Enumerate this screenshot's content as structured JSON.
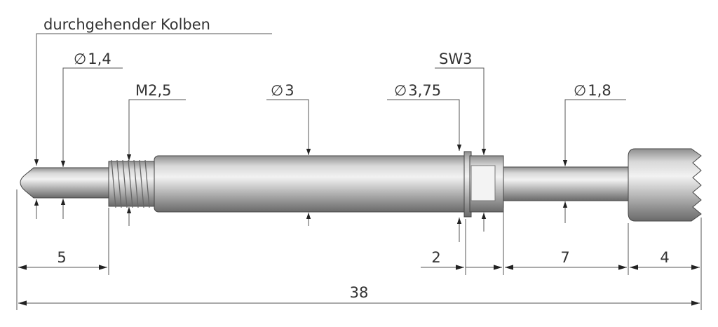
{
  "labels": {
    "piston": "durchgehender Kolben",
    "d_tip": "1,4",
    "thread": "M2,5",
    "d_body": "3",
    "d_collar": "3,75",
    "wrench": "SW3",
    "d_plunger": "1,8"
  },
  "diameter_symbol": "∅",
  "dimensions": {
    "tip_length": "5",
    "collar_length": "2",
    "plunger_length": "7",
    "crown_length": "4",
    "total_length": "38"
  }
}
